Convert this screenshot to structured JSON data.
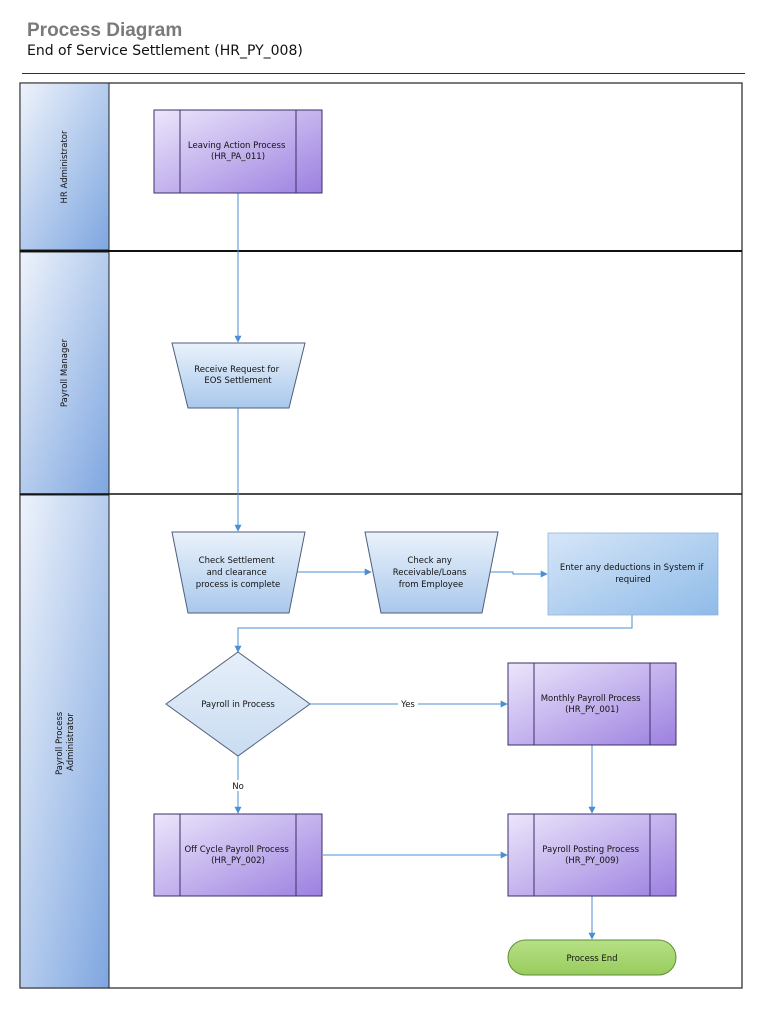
{
  "header": {
    "title": "Process Diagram",
    "subtitle": "End of Service Settlement (HR_PY_008)"
  },
  "colors": {
    "lane_header_dark": "#7ea6e0",
    "lane_header_light": "#eef3fb",
    "subprocess_fill_dark": "#9c80e0",
    "subprocess_fill_light": "#ece6fb",
    "subprocess_border": "#3d2f6a",
    "manual_fill_top": "#eaf2fb",
    "manual_fill_bottom": "#a9c8ec",
    "task_fill_light": "#d6e6f8",
    "task_fill_dark": "#8fbbe8",
    "decision_fill": "#d9e7f7",
    "end_fill": "#a7d770",
    "end_border": "#5f8c3a",
    "connector": "#4a8fd4"
  },
  "lanes": [
    {
      "id": "hr-admin",
      "label": "HR Administrator"
    },
    {
      "id": "payroll-manager",
      "label": "Payroll Manager"
    },
    {
      "id": "payroll-process-admin",
      "label_lines": [
        "Payroll Process",
        "Administrator"
      ]
    }
  ],
  "nodes": {
    "leaving_action": {
      "lines": [
        "Leaving Action Process",
        "(HR_PA_011)"
      ]
    },
    "receive_request": {
      "lines": [
        "Receive Request for",
        "EOS Settlement"
      ]
    },
    "check_settlement": {
      "lines": [
        "Check Settlement",
        "and clearance",
        "process is complete"
      ]
    },
    "check_receivable": {
      "lines": [
        "Check any",
        "Receivable/Loans",
        "from Employee"
      ]
    },
    "enter_deductions": {
      "lines": [
        "Enter any deductions in System if",
        "required"
      ]
    },
    "payroll_in_process": {
      "lines": [
        "Payroll in Process"
      ]
    },
    "monthly_payroll": {
      "lines": [
        "Monthly Payroll Process",
        "(HR_PY_001)"
      ]
    },
    "off_cycle_payroll": {
      "lines": [
        "Off Cycle Payroll Process",
        "(HR_PY_002)"
      ]
    },
    "payroll_posting": {
      "lines": [
        "Payroll Posting Process",
        "(HR_PY_009)"
      ]
    },
    "process_end": {
      "lines": [
        "Process End"
      ]
    }
  },
  "edge_labels": {
    "yes": "Yes",
    "no": "No"
  }
}
